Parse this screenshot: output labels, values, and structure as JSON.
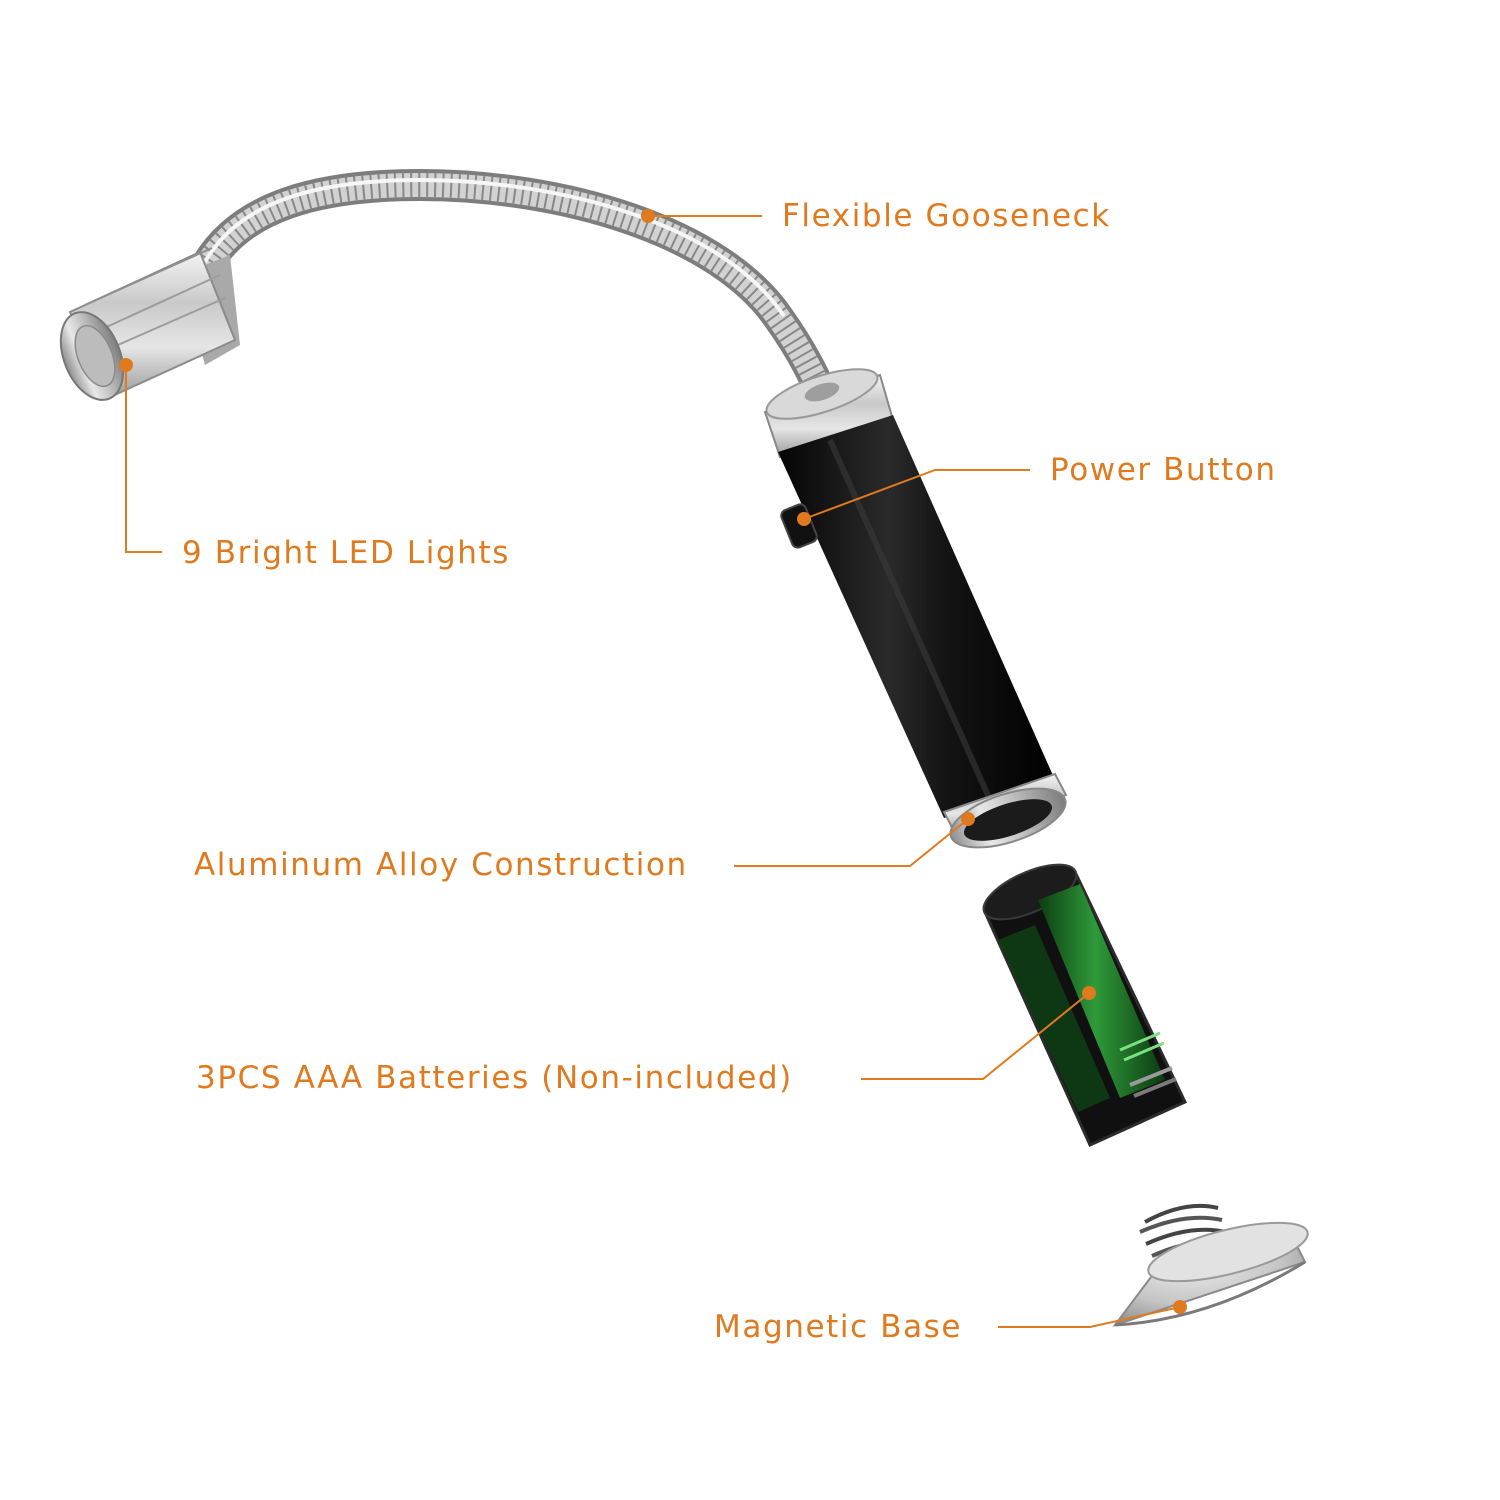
{
  "accent_color": "#e07a1f",
  "callouts": {
    "gooseneck": "Flexible Gooseneck",
    "led": "9 Bright LED Lights",
    "power": "Power Button",
    "alloy": "Aluminum Alloy Construction",
    "battery": "3PCS AAA Batteries (Non-included)",
    "base": "Magnetic Base"
  },
  "icons": {
    "lamp_head": "led-lamp-head-icon",
    "gooseneck": "flexible-gooseneck-icon",
    "handle": "flashlight-handle-icon",
    "battery_holder": "battery-holder-icon",
    "base": "magnetic-base-icon"
  }
}
